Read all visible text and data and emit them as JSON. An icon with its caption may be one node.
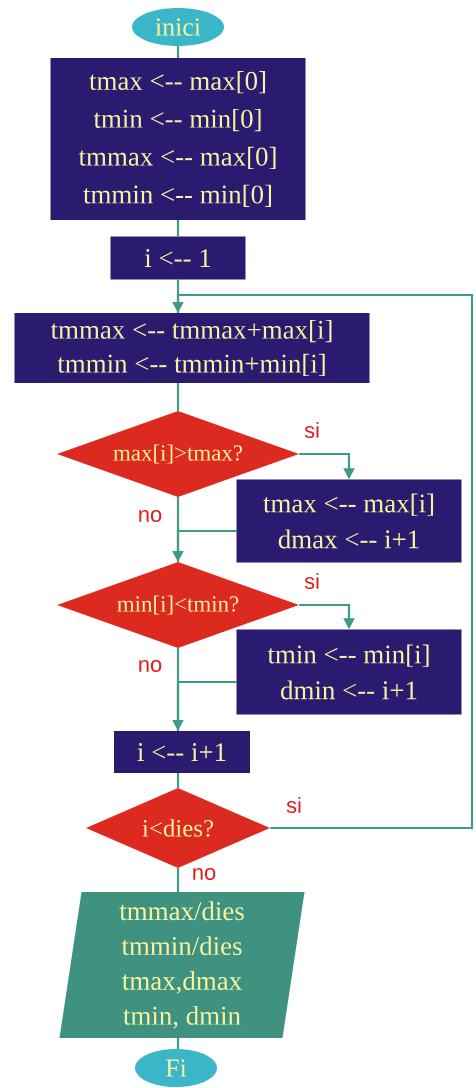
{
  "diagram": {
    "nodes": [
      {
        "text": [
          "inici"
        ]
      },
      {
        "text": [
          "tmax <-- max[0]",
          "tmin <-- min[0]",
          "tmmax <-- max[0]",
          "tmmin <-- min[0]"
        ]
      },
      {
        "text": [
          "i <-- 1"
        ]
      },
      {
        "text": [
          "tmmax <-- tmmax+max[i]",
          "tmmin <-- tmmin+min[i]"
        ]
      },
      {
        "text": [
          "max[i]>tmax?"
        ]
      },
      {
        "text": [
          "tmax <-- max[i]",
          "dmax <-- i+1"
        ]
      },
      {
        "text": [
          "min[i]<tmin?"
        ]
      },
      {
        "text": [
          "tmin <-- min[i]",
          "dmin <-- i+1"
        ]
      },
      {
        "text": [
          "i <-- i+1"
        ]
      },
      {
        "text": [
          "i<dies?"
        ]
      },
      {
        "text": [
          "tmmax/dies",
          "tmmin/dies",
          "tmax,dmax",
          "tmin, dmin"
        ]
      },
      {
        "text": [
          "Fi"
        ]
      }
    ],
    "edges": [
      {
        "from": 0,
        "to": 1,
        "arrow": "none"
      },
      {
        "from": 1,
        "to": 2,
        "arrow": "none"
      },
      {
        "from": 2,
        "to": 3,
        "arrow": "none"
      },
      {
        "from": 3,
        "to": 4,
        "arrow": "none"
      },
      {
        "from": 4,
        "to": 5,
        "arrow": "to",
        "label": "si"
      },
      {
        "from": 4,
        "to": 6,
        "arrow": "none",
        "label": "no"
      },
      {
        "from": 5,
        "to": 6,
        "arrow": "to"
      },
      {
        "from": 6,
        "to": 7,
        "arrow": "to",
        "label": "si"
      },
      {
        "from": 6,
        "to": 8,
        "arrow": "none",
        "label": "no"
      },
      {
        "from": 7,
        "to": 8,
        "arrow": "to"
      },
      {
        "from": 8,
        "to": 9,
        "arrow": "none"
      },
      {
        "from": 9,
        "to": 3,
        "arrow": "to",
        "label": "si"
      },
      {
        "from": 9,
        "to": 10,
        "arrow": "none",
        "label": "no"
      },
      {
        "from": 10,
        "to": 11,
        "arrow": "none"
      }
    ]
  }
}
